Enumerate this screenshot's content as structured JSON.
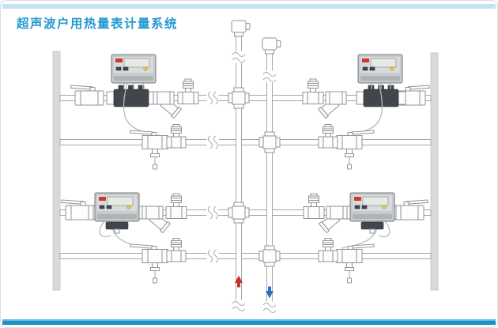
{
  "title": "超声波户用热量表计量系统",
  "colors": {
    "title_text": "#2399d0",
    "top_accent": "#c3e3f1",
    "bottom_bar": "#1f8fc4",
    "bottom_bar_highlight": "#56bce4",
    "frame_border": "#d8dde1",
    "wall_fill": "#d7d9db",
    "pipe_stroke": "#a3a8ac",
    "component_fill": "#fdfdfd",
    "component_stroke": "#8f9499",
    "meter_body": "#40464c",
    "meter_shell": "#c7cbcd",
    "meter_shell_border": "#75797c",
    "meter_lcd": "#e6eae2",
    "meter_logo": "#cf3a2a",
    "meter_button": "#e6c93c",
    "cable": "#b6bbbf",
    "supply_arrow": "#c8342a",
    "return_arrow": "#2f6fc0"
  },
  "diagram": {
    "supply_riser": {
      "name": "supply-riser",
      "flow_direction": "up",
      "arrow_color": "#c8342a"
    },
    "return_riser": {
      "name": "return-riser",
      "flow_direction": "down",
      "arrow_color": "#2f6fc0"
    },
    "unit_count": 4,
    "unit_components": [
      "shut-off-ball-valve",
      "ultrasonic-heat-meter-with-display",
      "y-strainer",
      "temperature-sensor-valve",
      "return-ball-valve-with-sensor"
    ],
    "fittings": [
      "automatic-air-vent",
      "cross-fitting",
      "pipe-break-symbol"
    ]
  }
}
